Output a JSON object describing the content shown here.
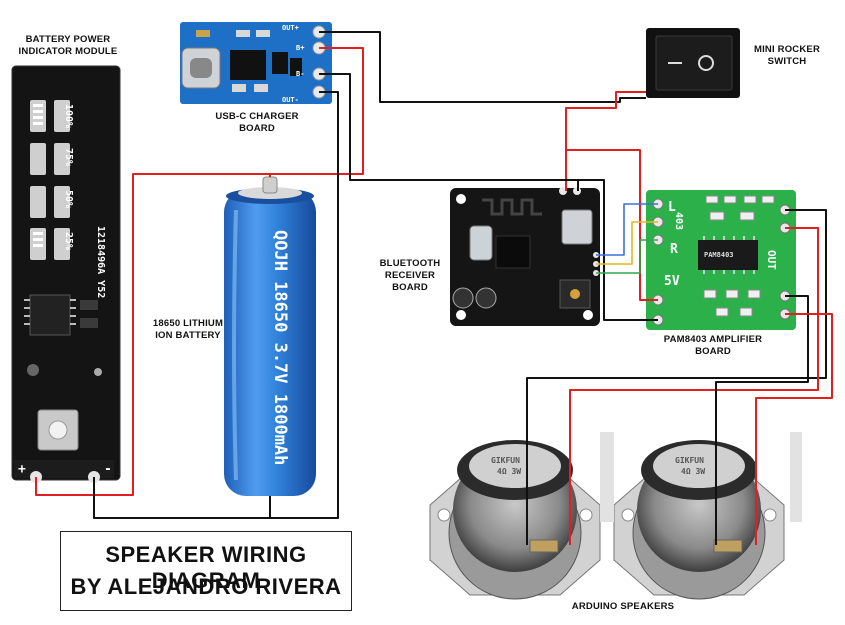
{
  "labels": {
    "battery_indicator": [
      "BATTERY POWER",
      "INDICATOR  MODULE"
    ],
    "charger": "USB-C CHARGER BOARD",
    "switch": [
      "MINI ROCKER",
      "SWITCH"
    ],
    "bluetooth": [
      "BLUETOOTH",
      "RECEIVER BOARD"
    ],
    "battery": [
      "18650 LITHIUM",
      "ION BATTERY"
    ],
    "amplifier": [
      "PAM8403 AMPLIFIER",
      "BOARD"
    ],
    "speakers": "ARDUINO SPEAKERS"
  },
  "title": {
    "line1": "SPEAKER WIRING DIAGRAM",
    "line2": "BY ALEJANDRO RIVERA"
  },
  "indicator_board": {
    "levels": [
      "100%",
      "75%",
      "50%",
      "25%"
    ],
    "part_number": "1218496A Y52",
    "plus": "+",
    "minus": "-"
  },
  "charger_board": {
    "pins": [
      "OUT+",
      "B+",
      "B-",
      "OUT-"
    ]
  },
  "amp_board": {
    "pins_left": [
      "L",
      "R",
      "5V"
    ],
    "code": "403",
    "chip": "PAM8403",
    "out": "OUT"
  },
  "battery_cell": {
    "text": "QOJH  18650  3.7V  1800mAh",
    "brand": "QOJH",
    "model": "18650",
    "voltage": "3.7V",
    "capacity": "1800mAh"
  },
  "speaker": {
    "brand": "GIKFUN",
    "spec": "4Ω 3W"
  },
  "colors": {
    "red_wire": "#e02020",
    "black_wire": "#111111",
    "battery_blue": "#2f7fd8",
    "board_green": "#2bb04a",
    "board_black": "#151515"
  }
}
